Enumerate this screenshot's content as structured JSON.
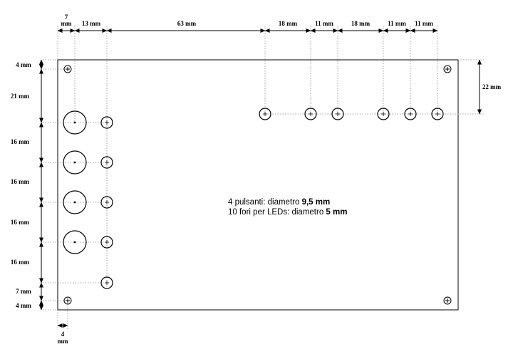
{
  "dimensions_top": {
    "left_margin": "7 mm",
    "led_column_offset": "13 mm",
    "gap_to_led_row": "63 mm",
    "led_spacing_1": "18 mm",
    "led_spacing_2": "11 mm",
    "led_spacing_3": "18 mm",
    "led_spacing_4": "11 mm",
    "led_spacing_5": "11 mm"
  },
  "dimensions_left": {
    "top_margin": "4 mm",
    "to_first_row": "21 mm",
    "row_spacing_1": "16 mm",
    "row_spacing_2": "16 mm",
    "row_spacing_3": "16 mm",
    "row_spacing_4": "16 mm",
    "to_last_led": "7 mm",
    "bottom_margin": "4 mm"
  },
  "dimensions_right": {
    "led_row_from_top": "22 mm"
  },
  "dimensions_bottom": {
    "corner_hole_offset_line1": "4",
    "corner_hole_offset_line2": "mm"
  },
  "notes": {
    "line1_prefix": "4 pulsanti: diametro ",
    "line1_value": "9,5 mm",
    "line2_prefix": "10 fori per LEDs: diametro ",
    "line2_value": "5 mm"
  }
}
